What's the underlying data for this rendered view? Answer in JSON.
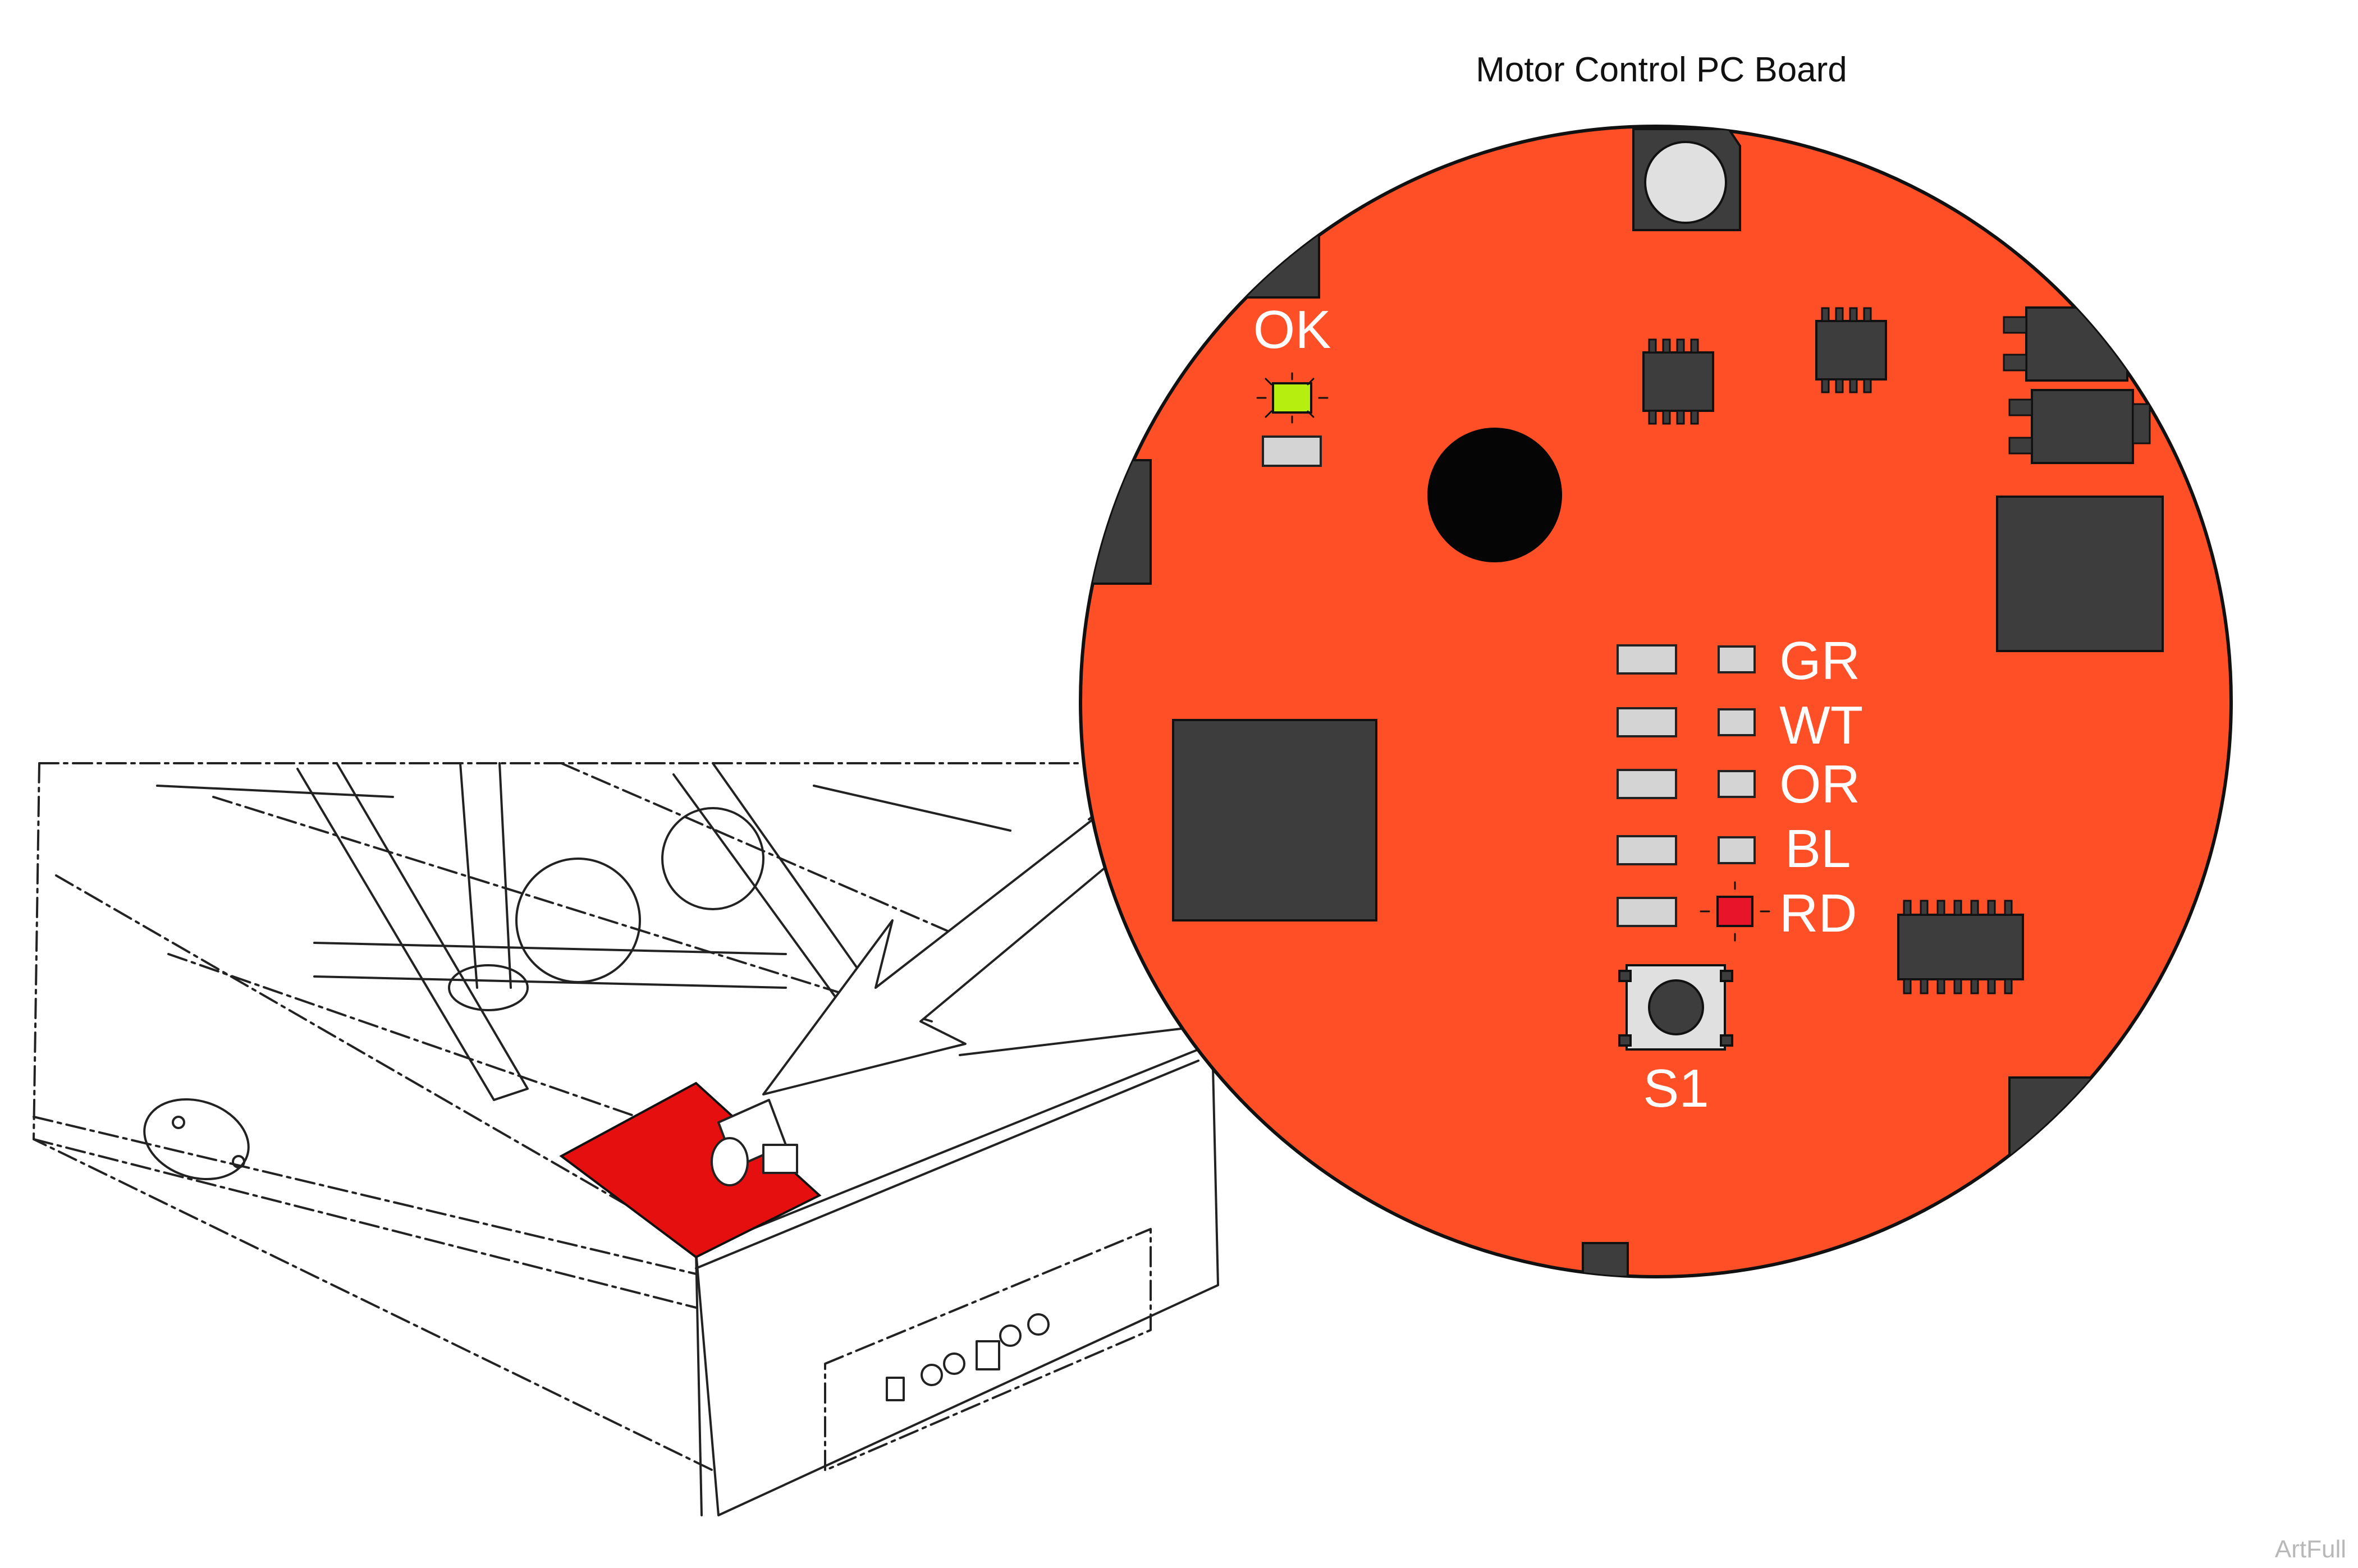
{
  "title": "Motor Control PC Board",
  "watermark": "ArtFull",
  "board": {
    "fill_color": "#ff4f26",
    "status_led": {
      "label": "OK",
      "color": "#b6ee10"
    },
    "connector_labels": [
      "GR",
      "WT",
      "OR",
      "BL",
      "RD"
    ],
    "active_led": {
      "label": "RD",
      "color": "#e8142a"
    },
    "switch_label": "S1"
  },
  "housing": {
    "pcb_color": "#e60f0f"
  }
}
